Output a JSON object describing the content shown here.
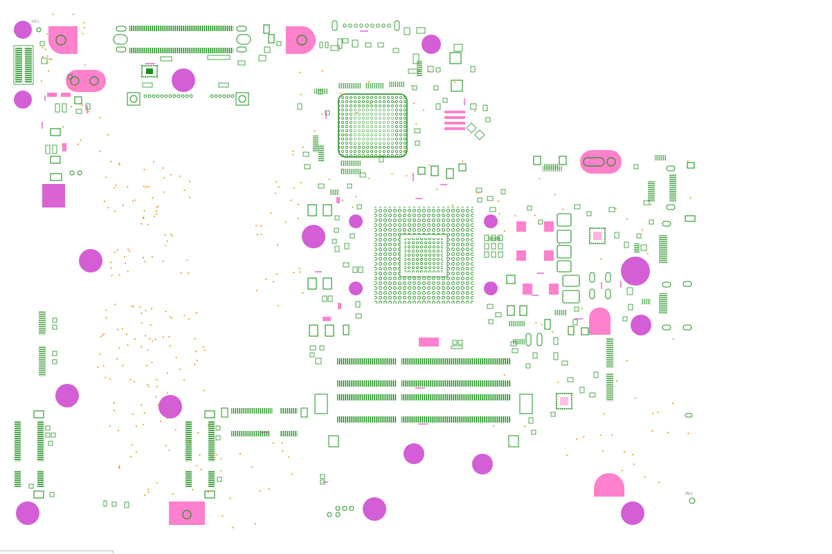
{
  "view": {
    "kind": "pcb-board-view"
  },
  "colors": {
    "background": "#ffffff",
    "copper_outline": "#1a8f1a",
    "smd_pad": "#ff80cc",
    "mount_hole": "#d35ed6",
    "via": "#e0a020",
    "label": "#e040c0",
    "ref": "#999999"
  },
  "labels": {
    "corner_top_left": "H01",
    "corner_bottom_right": "H03"
  }
}
